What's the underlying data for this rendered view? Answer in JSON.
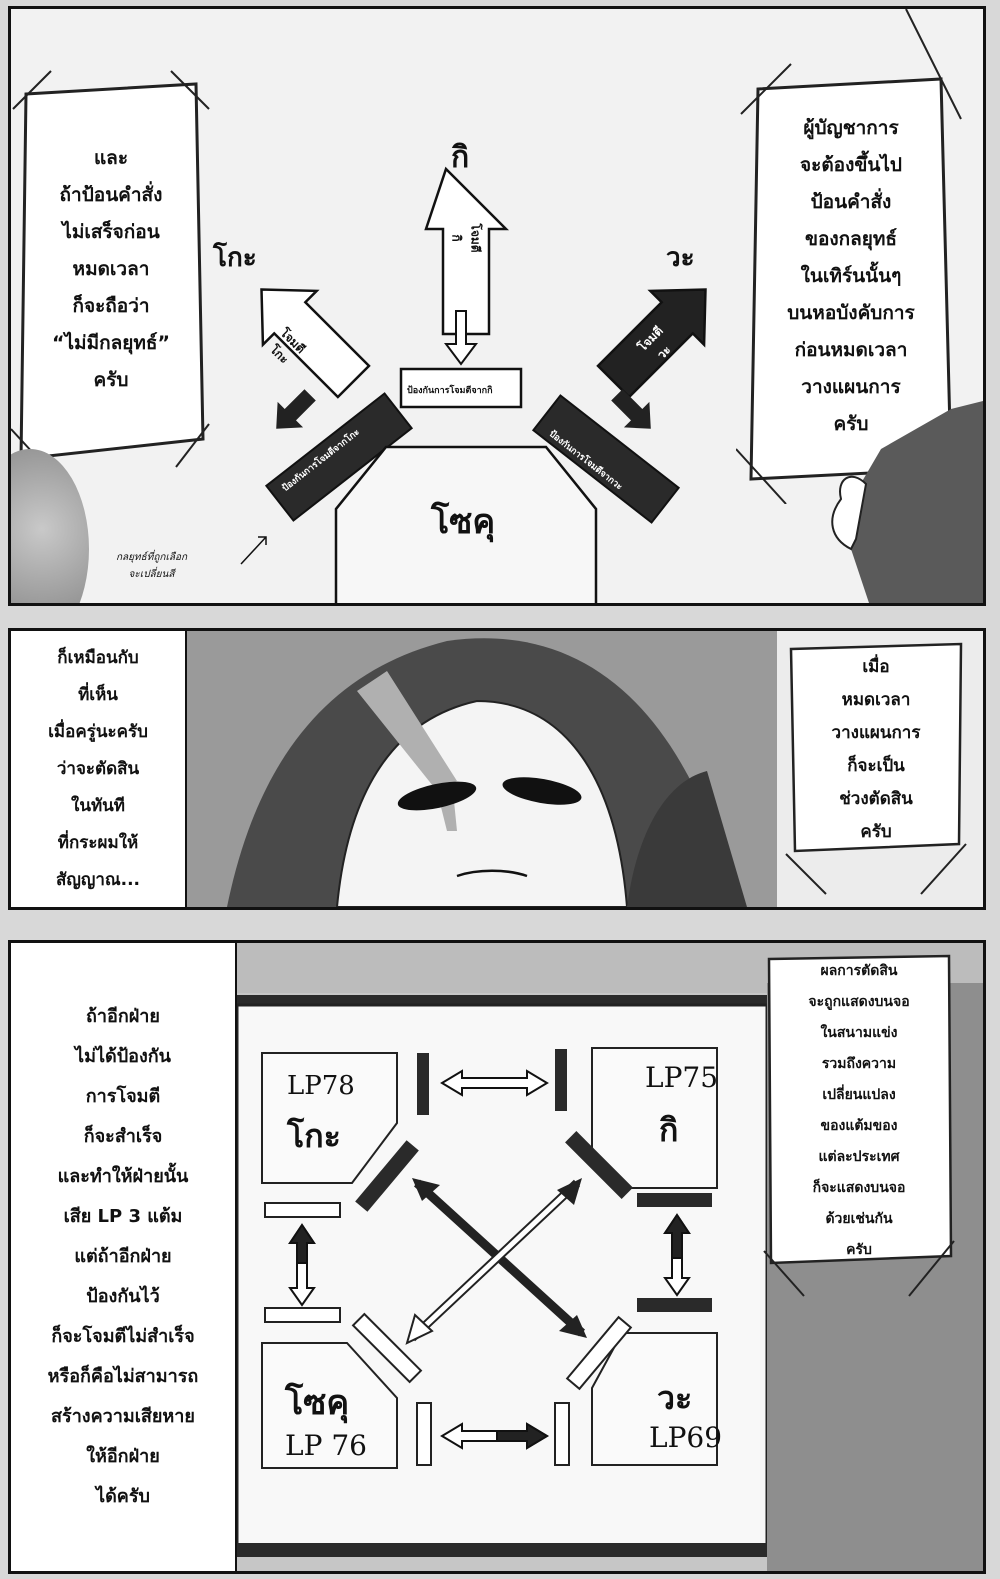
{
  "panel1": {
    "left_bubble": "และ\nถ้าป้อนคำสั่ง\nไม่เสร็จก่อน\nหมดเวลา\nก็จะถือว่า\n“ไม่มีกลยุทธ์”\nครับ",
    "right_bubble": "ผู้บัญชาการ\nจะต้องขึ้นไป\nป้อนคำสั่ง\nของกลยุทธ์\nในเทิร์นนั้นๆ\nบนหอบังคับการ\nก่อนหมดเวลา\nวางแผนการ\nครับ",
    "label_top": "กิ",
    "label_left": "โกะ",
    "label_right": "วะ",
    "label_center": "โซคุ",
    "arrow_top_text": "โจมตี\nกิ",
    "arrow_left_text": "โจมตี\nโกะ",
    "arrow_right_text": "โจมตี\nวะ",
    "defense_top": "ป้องกันการโจมตีจากกิ",
    "defense_left": "ป้องกันการโจมตีจากโกะ",
    "defense_right": "ป้องกันการโจมตีจากวะ",
    "caption": "กลยุทธ์ที่ถูกเลือก\nจะเปลี่ยนสี"
  },
  "panel2": {
    "left_text": "ก็เหมือนกับ\nที่เห็น\nเมื่อครู่นะครับ\nว่าจะตัดสิน\nในทันที\nที่กระผมให้\nสัญญาณ...",
    "right_bubble": "เมื่อ\nหมดเวลา\nวางแผนการ\nก็จะเป็น\nช่วงตัดสิน\nครับ"
  },
  "panel3": {
    "left_text": "ถ้าอีกฝ่าย\nไม่ได้ป้องกัน\nการโจมตี\nก็จะสำเร็จ\nและทำให้ฝ่ายนั้น\nเสีย LP 3 แต้ม\nแต่ถ้าอีกฝ่าย\nป้องกันไว้\nก็จะโจมตีไม่สำเร็จ\nหรือก็คือไม่สามารถ\nสร้างความเสียหาย\nให้อีกฝ่าย\nได้ครับ",
    "right_bubble": "ผลการตัดสิน\nจะถูกแสดงบนจอ\nในสนามแข่ง\nรวมถึงความ\nเปลี่ยนแปลง\nของแต้มของ\nแต่ละประเทศ\nก็จะแสดงบนจอ\nด้วยเช่นกัน\nครับ",
    "screen": {
      "go_lp": "LP78",
      "go_name": "โกะ",
      "ki_lp": "LP75",
      "ki_name": "กิ",
      "soku_name": "โซคุ",
      "soku_lp": "LP 76",
      "wa_name": "วะ",
      "wa_lp": "LP69"
    }
  }
}
